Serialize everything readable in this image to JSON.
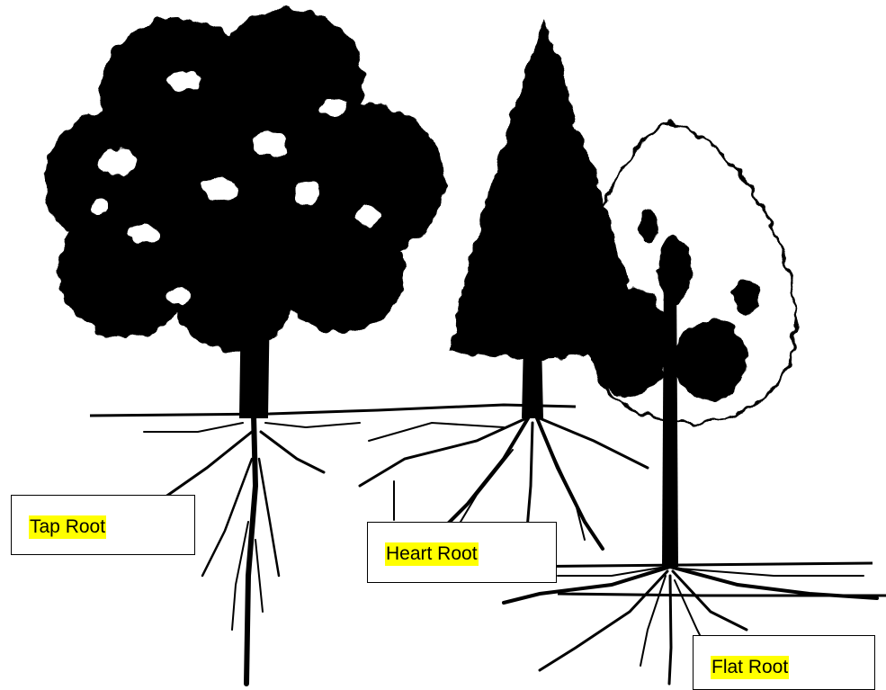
{
  "colors": {
    "ink": "#000000",
    "background": "#ffffff",
    "highlight": "#ffff00"
  },
  "labels": {
    "tap_root": "Tap Root",
    "heart_root": "Heart Root",
    "flat_root": "Flat Root"
  }
}
